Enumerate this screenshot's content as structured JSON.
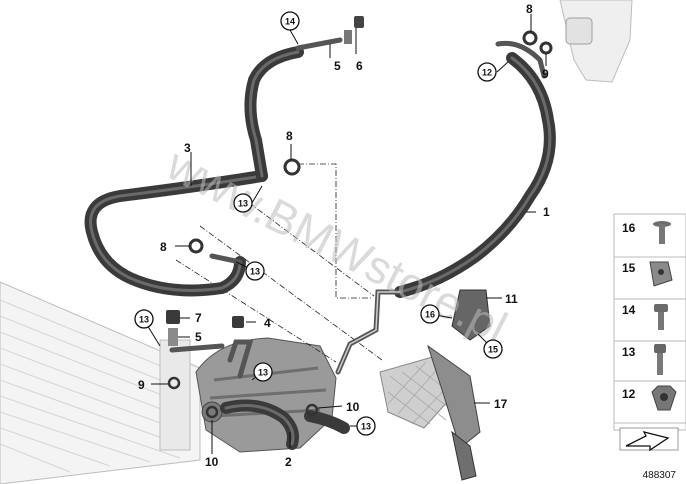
{
  "watermark": "www.BMWstore.pl",
  "diagram_id": "488307",
  "callouts": {
    "c1": "1",
    "c2": "2",
    "c3": "3",
    "c4": "4",
    "c5a": "5",
    "c5b": "5",
    "c6": "6",
    "c7": "7",
    "c8a": "8",
    "c8b": "8",
    "c8c": "8",
    "c9a": "9",
    "c9b": "9",
    "c10a": "10",
    "c10b": "10",
    "c11": "11",
    "c17": "17"
  },
  "circled": {
    "k12": "12",
    "k13a": "13",
    "k13b": "13",
    "k13c": "13",
    "k13d": "13",
    "k13e": "13",
    "k14": "14",
    "k15": "15",
    "k16": "16"
  },
  "parts_panel": [
    {
      "number": "16"
    },
    {
      "number": "15"
    },
    {
      "number": "14"
    },
    {
      "number": "13"
    },
    {
      "number": "12"
    }
  ]
}
